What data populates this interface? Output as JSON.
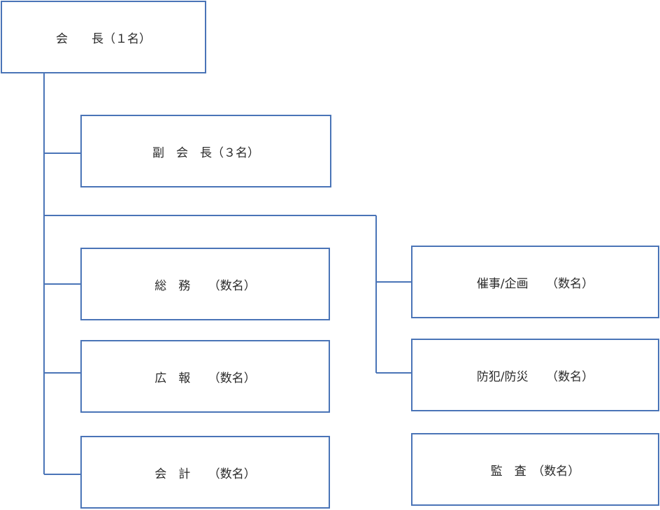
{
  "org_chart": {
    "chairman": "会　　長（１名）",
    "vice_chairman": "副　会　長（３名）",
    "general_affairs": "総　務　　（数名）",
    "public_relations": "広　報　　（数名）",
    "accounting": "会　計　　（数名）",
    "events_planning": "催事/企画　　（数名）",
    "crime_disaster_prevention": "防犯/防災　　（数名）",
    "auditor": "監　査　（数名）"
  },
  "colors": {
    "line": "#4a74b7",
    "text": "#2a2a2a",
    "background": "#ffffff"
  }
}
